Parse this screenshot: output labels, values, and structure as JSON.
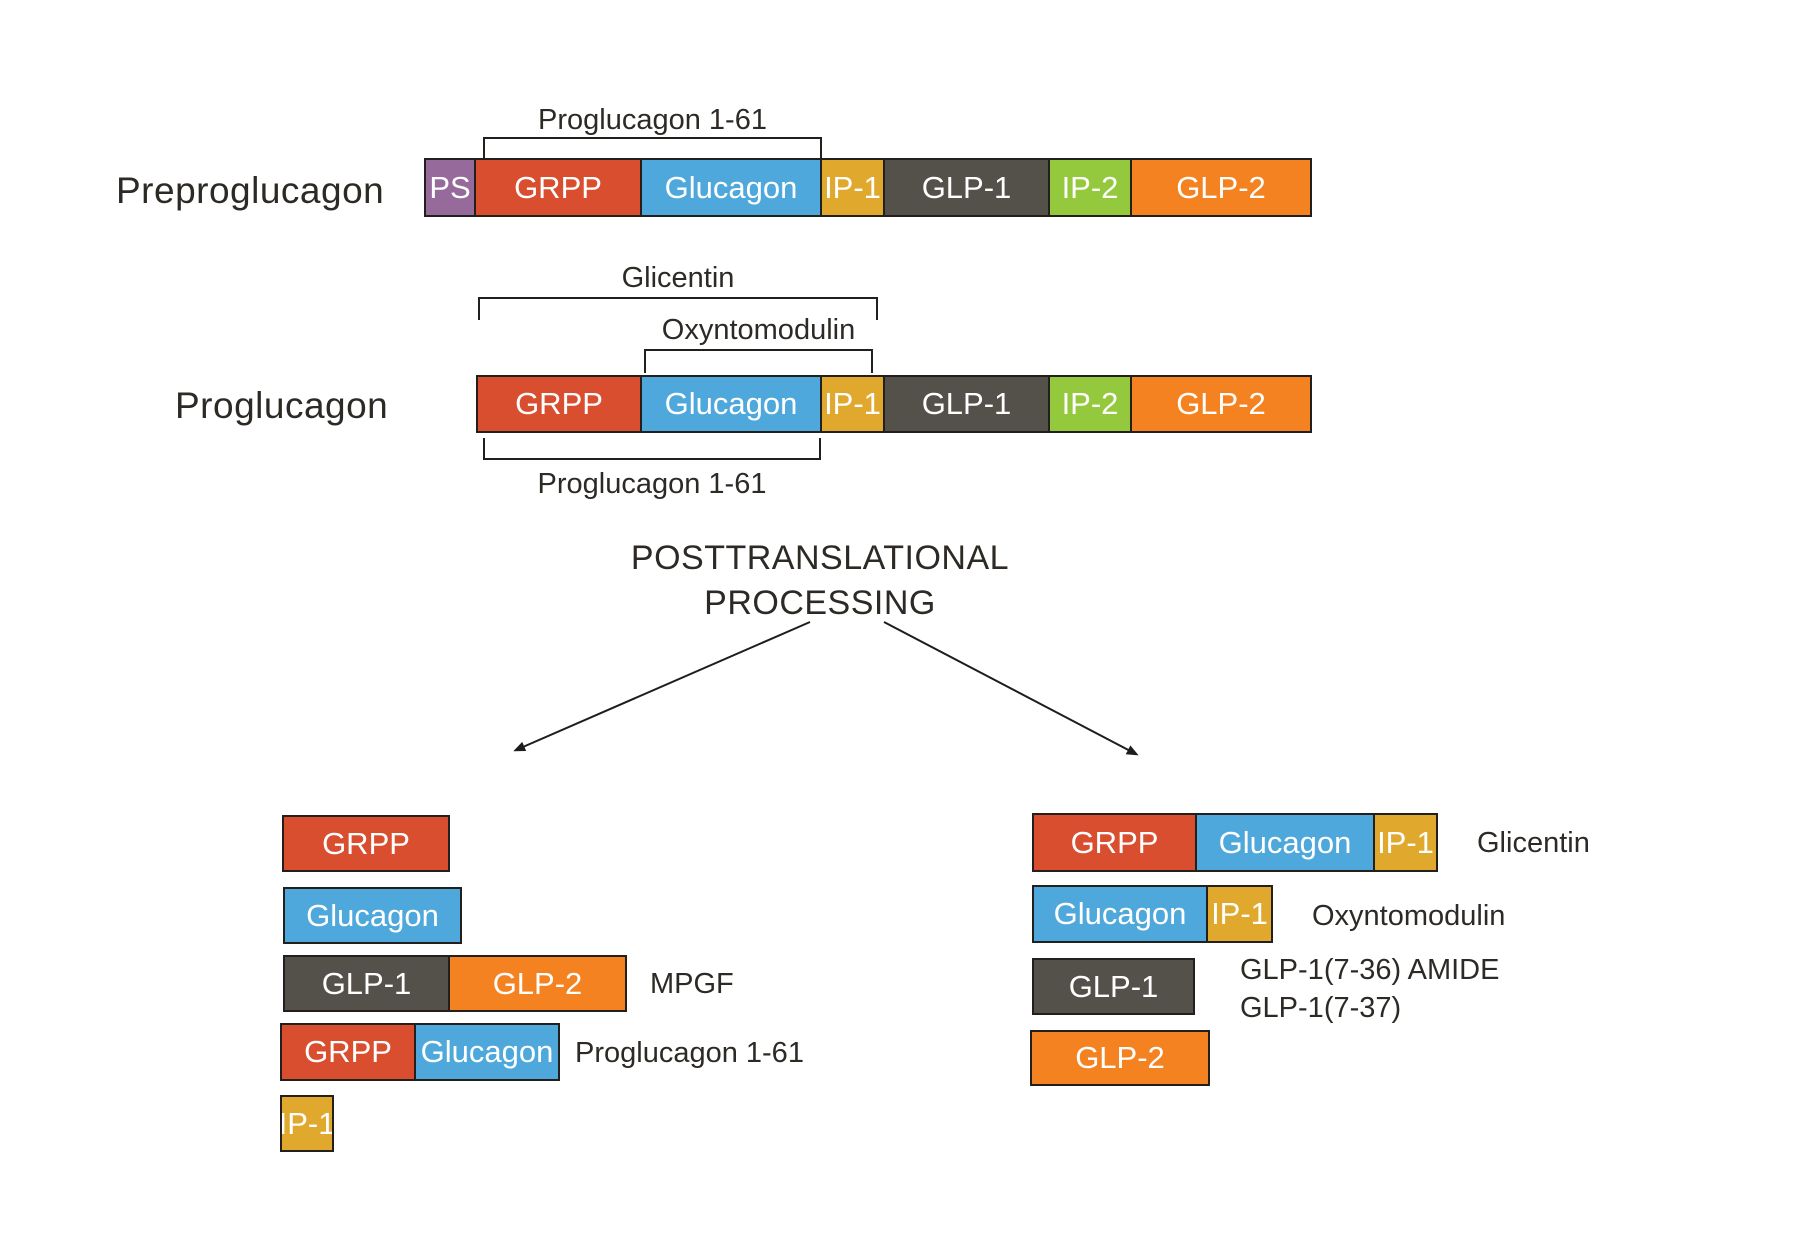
{
  "colors": {
    "ps": "#966b9b",
    "grpp": "#d94e2f",
    "glucagon": "#4fa8dc",
    "ip1": "#e0a92d",
    "glp1": "#54504a",
    "ip2": "#95c93d",
    "glp2": "#f58220",
    "outline": "#231f1c",
    "text": "#2d2a26",
    "arrow": "#1d1d1b"
  },
  "segments": {
    "ps": "PS",
    "grpp": "GRPP",
    "glucagon": "Glucagon",
    "ip1": "IP-1",
    "glp1": "GLP-1",
    "ip2": "IP-2",
    "glp2": "GLP-2"
  },
  "precursors": {
    "preproglucagon": {
      "label": "Preproglucagon",
      "bracket_top": "Proglucagon 1-61"
    },
    "proglucagon": {
      "label": "Proglucagon",
      "bracket_glicentin": "Glicentin",
      "bracket_oxyntomodulin": "Oxyntomodulin",
      "bracket_bottom": "Proglucagon 1-61"
    }
  },
  "processing": {
    "line1": "POSTTRANSLATIONAL",
    "line2": "PROCESSING"
  },
  "products": {
    "left": {
      "mpgf": "MPGF",
      "proglucagon161": "Proglucagon 1-61"
    },
    "right": {
      "glicentin": "Glicentin",
      "oxyntomodulin": "Oxyntomodulin",
      "glp1_amide": "GLP-1(7-36) AMIDE",
      "glp1_737": "GLP-1(7-37)"
    }
  }
}
